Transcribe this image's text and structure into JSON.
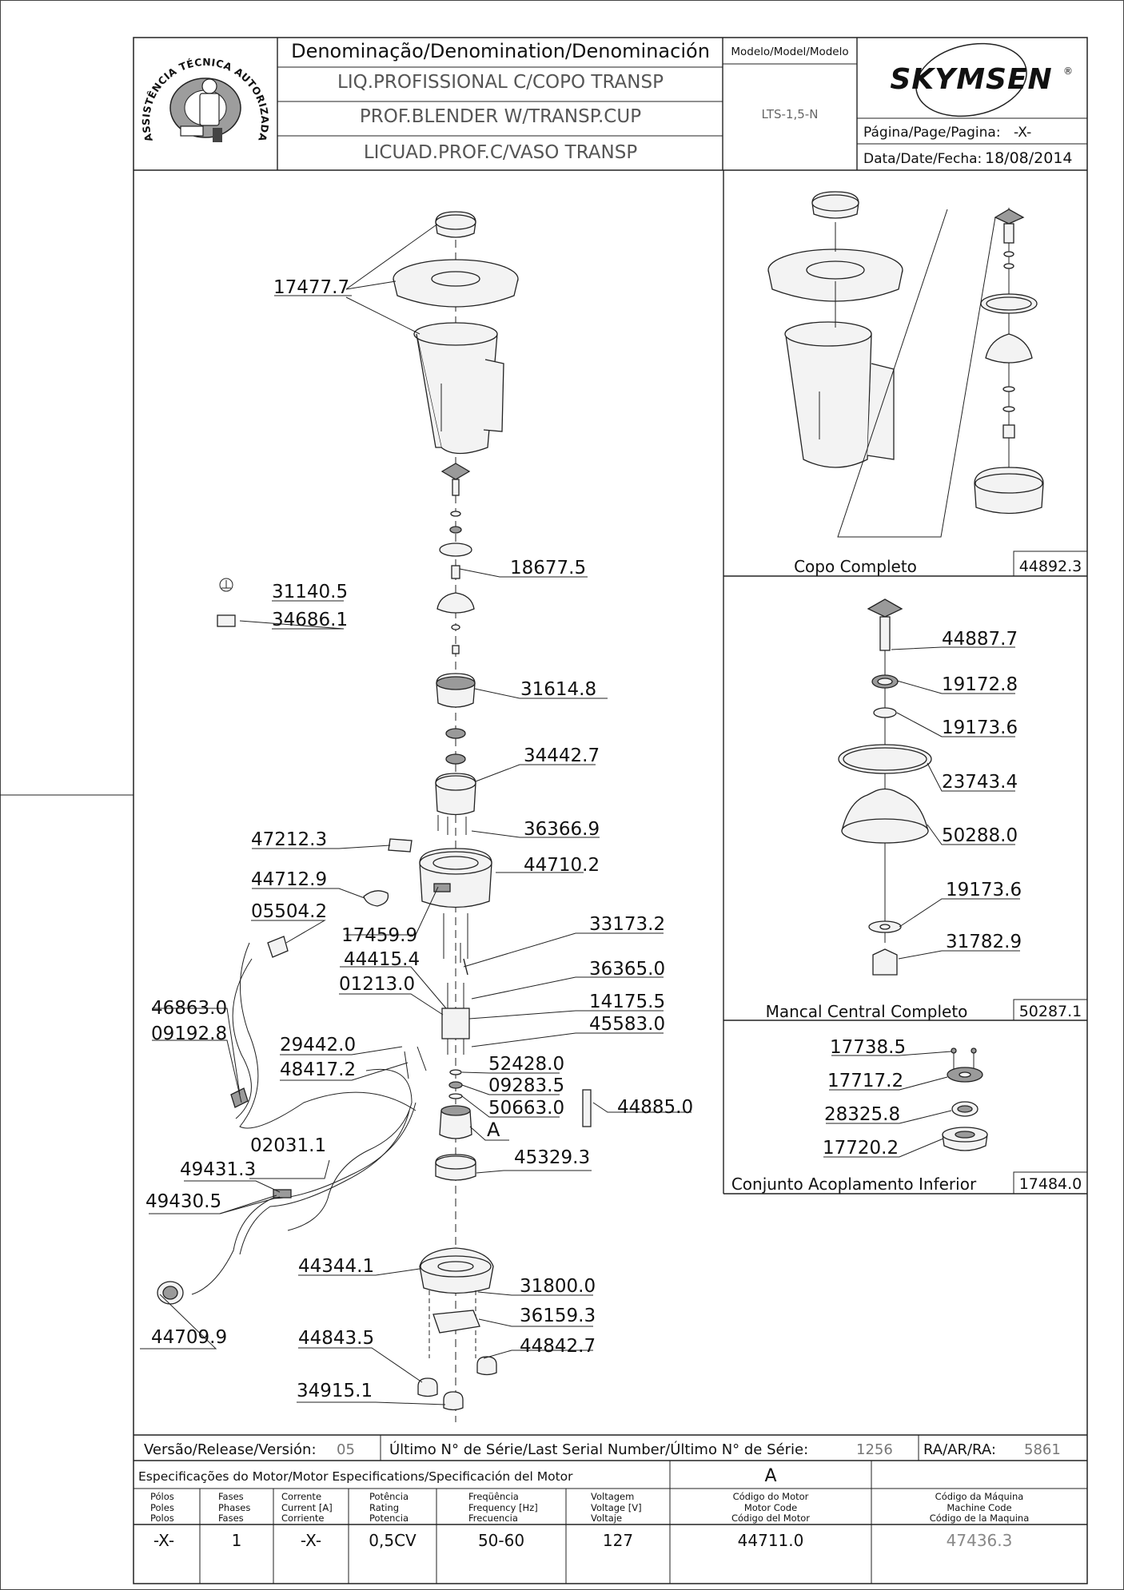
{
  "header": {
    "denomination_title": "Denominação/Denomination/Denominación",
    "name_pt": "LIQ.PROFISSIONAL C/COPO TRANSP",
    "name_en": "PROF.BLENDER W/TRANSP.CUP",
    "name_es": "LICUAD.PROF.C/VASO TRANSP",
    "model_title": "Modelo/Model/Modelo",
    "model_value": "LTS-1,5-N",
    "brand": "SKYMSEN",
    "brand_mark": "®",
    "page_label": "Página/Page/Pagina:",
    "page_value": "-X-",
    "date_label": "Data/Date/Fecha:",
    "date_value": "18/08/2014",
    "seal_text": "ASSISTÊNCIA TÉCNICA AUTORIZADA"
  },
  "main_parts": [
    {
      "code": "17477.7"
    },
    {
      "code": "18677.5"
    },
    {
      "code": "31140.5"
    },
    {
      "code": "34686.1"
    },
    {
      "code": "31614.8"
    },
    {
      "code": "34442.7"
    },
    {
      "code": "36366.9"
    },
    {
      "code": "47212.3"
    },
    {
      "code": "44712.9"
    },
    {
      "code": "44710.2"
    },
    {
      "code": "05504.2"
    },
    {
      "code": "17459.9"
    },
    {
      "code": "33173.2"
    },
    {
      "code": "44415.4"
    },
    {
      "code": "01213.0"
    },
    {
      "code": "36365.0"
    },
    {
      "code": "46863.0"
    },
    {
      "code": "14175.5"
    },
    {
      "code": "09192.8"
    },
    {
      "code": "45583.0"
    },
    {
      "code": "29442.0"
    },
    {
      "code": "48417.2"
    },
    {
      "code": "52428.0"
    },
    {
      "code": "09283.5"
    },
    {
      "code": "50663.0"
    },
    {
      "code": "44885.0"
    },
    {
      "code": "A"
    },
    {
      "code": "02031.1"
    },
    {
      "code": "45329.3"
    },
    {
      "code": "49431.3"
    },
    {
      "code": "49430.5"
    },
    {
      "code": "44344.1"
    },
    {
      "code": "31800.0"
    },
    {
      "code": "36159.3"
    },
    {
      "code": "44709.9"
    },
    {
      "code": "44843.5"
    },
    {
      "code": "44842.7"
    },
    {
      "code": "34915.1"
    }
  ],
  "copo": {
    "title": "Copo Completo",
    "code": "44892.3"
  },
  "mancal": {
    "title": "Mancal Central Completo",
    "code": "50287.1",
    "parts": [
      "44887.7",
      "19172.8",
      "19173.6",
      "23743.4",
      "50288.0",
      "19173.6",
      "31782.9"
    ]
  },
  "conjunto": {
    "title": "Conjunto Acoplamento Inferior",
    "code": "17484.0",
    "parts": [
      "17738.5",
      "17717.2",
      "28325.8",
      "17720.2"
    ]
  },
  "release": {
    "version_label": "Versão/Release/Versión:",
    "version_value": "05",
    "serial_label": "Último N° de Série/Last Serial Number/Último N° de Série:",
    "serial_value": "1256",
    "ra_label": "RA/AR/RA:",
    "ra_value": "5861"
  },
  "motor": {
    "title": "Especificações do Motor/Motor Especifications/Specificación del Motor",
    "motor_letter": "A",
    "columns": [
      {
        "l1": "Pólos",
        "l2": "Poles",
        "l3": "Polos",
        "value": "-X-"
      },
      {
        "l1": "Fases",
        "l2": "Phases",
        "l3": "Fases",
        "value": "1"
      },
      {
        "l1": "Corrente",
        "l2": "Current [A]",
        "l3": "Corriente",
        "value": "-X-"
      },
      {
        "l1": "Potência",
        "l2": "Rating",
        "l3": "Potencia",
        "value": "0,5CV"
      },
      {
        "l1": "Freqüência",
        "l2": "Frequency [Hz]",
        "l3": "Frecuencia",
        "value": "50-60"
      },
      {
        "l1": "Voltagem",
        "l2": "Voltage [V]",
        "l3": "Voltaje",
        "value": "127"
      },
      {
        "l1": "Código do Motor",
        "l2": "Motor Code",
        "l3": "Código del Motor",
        "value": "44711.0"
      },
      {
        "l1": "Código da Máquina",
        "l2": "Machine Code",
        "l3": "Código de la Maquina",
        "value": "47436.3"
      }
    ]
  }
}
